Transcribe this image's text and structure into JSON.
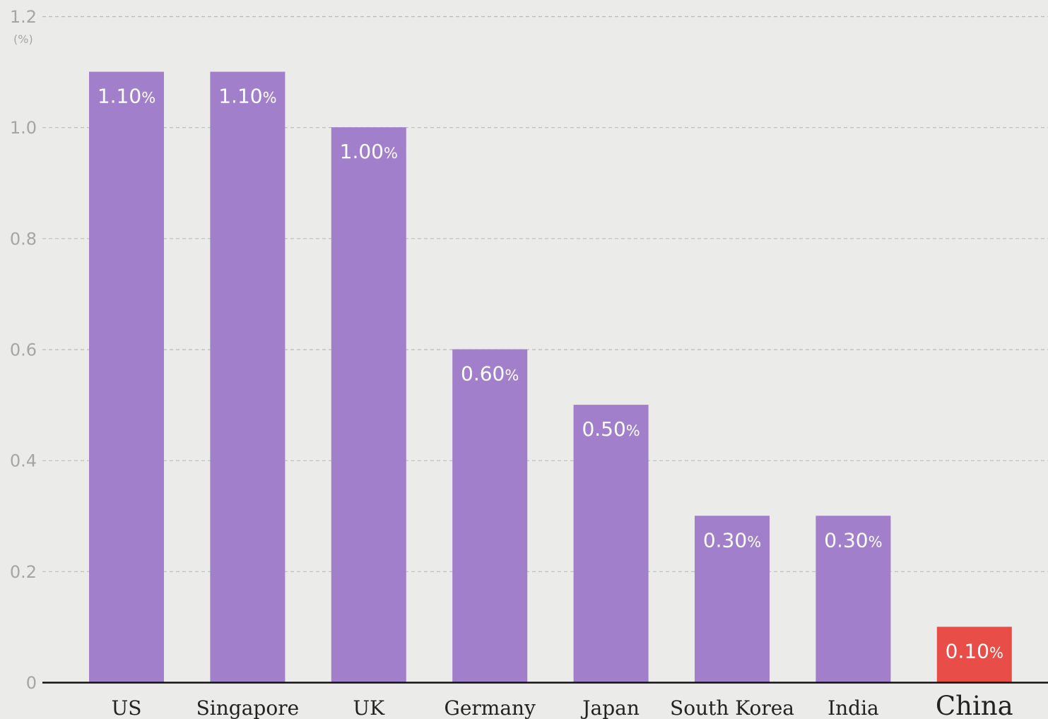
{
  "chart_data": {
    "type": "bar",
    "title": "",
    "xlabel": "",
    "ylabel": "",
    "y_unit": "(%)",
    "value_suffix": "%",
    "categories": [
      "US",
      "Singapore",
      "UK",
      "Germany",
      "Japan",
      "South Korea",
      "India",
      "China"
    ],
    "values": [
      1.1,
      1.1,
      1.0,
      0.6,
      0.5,
      0.3,
      0.3,
      0.1
    ],
    "value_labels": [
      "1.10",
      "1.10",
      "1.00",
      "0.60",
      "0.50",
      "0.30",
      "0.30",
      "0.10"
    ],
    "highlight_category": "China",
    "ylim": [
      0,
      1.2
    ],
    "yticks": [
      0,
      0.2,
      0.4,
      0.6,
      0.8,
      1.0,
      1.2
    ],
    "ytick_labels": [
      "0",
      "0.2",
      "0.4",
      "0.6",
      "0.8",
      "1.0",
      "1.2"
    ],
    "grid": true,
    "legend": "none",
    "colors": {
      "bar": "#a17fca",
      "highlight": "#e84e47",
      "background": "#ebecea",
      "grid": "#b9bbbb",
      "axis": "#111111"
    }
  }
}
